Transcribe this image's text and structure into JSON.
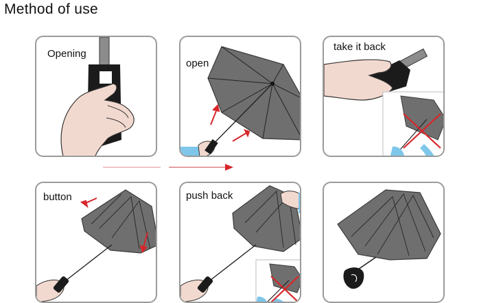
{
  "header": {
    "title": "Method of use"
  },
  "steps": [
    {
      "label": "Opening"
    },
    {
      "label": "open"
    },
    {
      "label": "take it back"
    },
    {
      "label": "button"
    },
    {
      "label": "push back"
    },
    {
      "label": ""
    }
  ],
  "colors": {
    "canopy": "#6f6f6f",
    "canopy_edge": "#3a3a3a",
    "handle": "#1b1b1b",
    "skin": "#f2d9cf",
    "arrow": "#d8262a",
    "sleeve": "#7ec6ea",
    "panel_border": "#9a9a9a"
  }
}
